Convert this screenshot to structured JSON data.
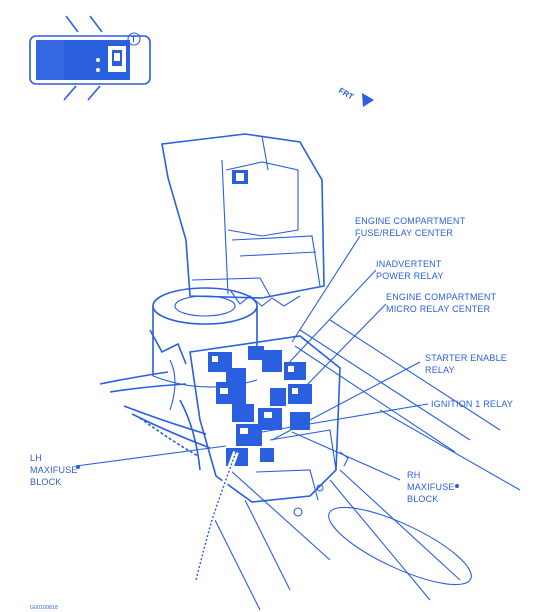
{
  "labels": {
    "engine_fuse_relay_center": [
      "ENGINE COMPARTMENT",
      "FUSE/RELAY CENTER"
    ],
    "inadvertent_power_relay": [
      "INADVERTENT",
      "POWER RELAY"
    ],
    "engine_micro_relay_center": [
      "ENGINE COMPARTMENT",
      "MICRO RELAY CENTER"
    ],
    "starter_enable_relay": [
      "STARTER ENABLE",
      "RELAY"
    ],
    "ignition_1_relay": [
      "IGNITION 1 RELAY"
    ],
    "lh_maxifuse_block": [
      "LH",
      "MAXIFUSE",
      "BLOCK"
    ],
    "rh_maxifuse_block": [
      "RH",
      "MAXIFUSE",
      "BLOCK"
    ]
  },
  "front_indicator": "FRT",
  "figure_code": "G00100818",
  "colors": {
    "ink": "#2a5fe0",
    "background": "#ffffff"
  }
}
